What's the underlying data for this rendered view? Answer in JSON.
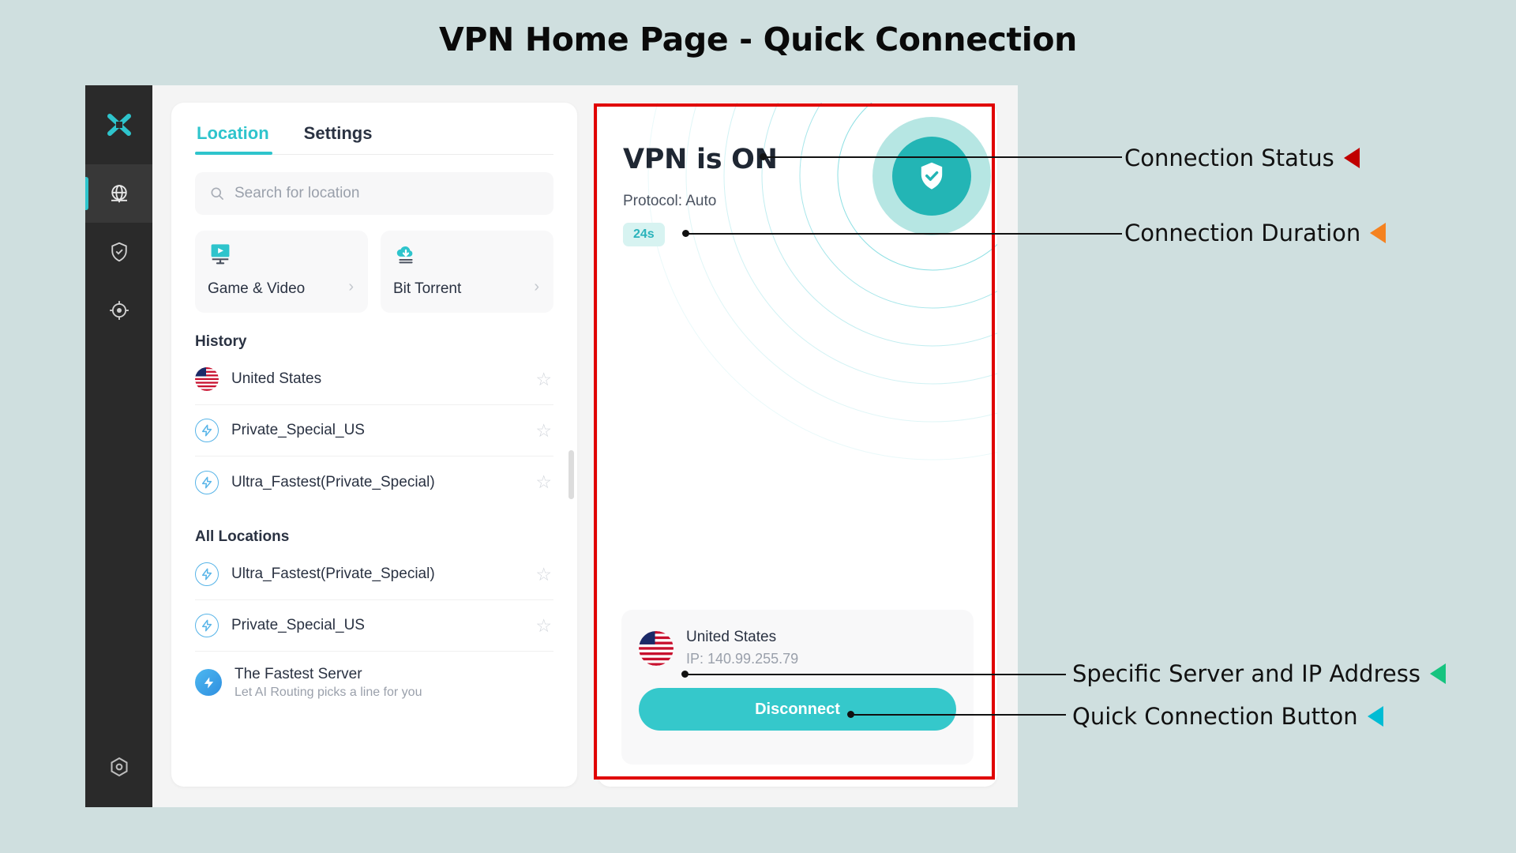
{
  "page": {
    "title": "VPN Home Page - Quick Connection",
    "background_color": "#cfdfdf",
    "accent_color": "#2ec4cc",
    "highlight_box_color": "#e00000"
  },
  "sidebar": {
    "logo_icon": "x-logo-icon",
    "items": [
      {
        "icon": "globe-icon",
        "name": "sidebar-item-locations",
        "active": true
      },
      {
        "icon": "shield-check-icon",
        "name": "sidebar-item-protection",
        "active": false
      },
      {
        "icon": "target-icon",
        "name": "sidebar-item-diagnostics",
        "active": false
      }
    ],
    "bottom_item": {
      "icon": "gear-hex-icon",
      "name": "sidebar-item-settings"
    }
  },
  "location_panel": {
    "tabs": [
      {
        "label": "Location",
        "active": true
      },
      {
        "label": "Settings",
        "active": false
      }
    ],
    "search": {
      "placeholder": "Search for location",
      "value": "",
      "icon": "search-icon"
    },
    "categories": [
      {
        "label": "Game & Video",
        "icon": "monitor-play-icon",
        "chevron": "›"
      },
      {
        "label": "Bit Torrent",
        "icon": "cloud-download-icon",
        "chevron": "›"
      }
    ],
    "history": {
      "heading": "History",
      "items": [
        {
          "name": "United States",
          "icon": "us-flag-icon",
          "star": "☆"
        },
        {
          "name": "Private_Special_US",
          "icon": "bolt-circle-icon",
          "star": "☆"
        },
        {
          "name": "Ultra_Fastest(Private_Special)",
          "icon": "bolt-circle-icon",
          "star": "☆"
        }
      ]
    },
    "all_locations": {
      "heading": "All Locations",
      "items": [
        {
          "name": "Ultra_Fastest(Private_Special)",
          "icon": "bolt-circle-icon",
          "star": "☆",
          "subtitle": ""
        },
        {
          "name": "Private_Special_US",
          "icon": "bolt-circle-icon",
          "star": "☆",
          "subtitle": ""
        },
        {
          "name": "The Fastest Server",
          "icon": "bolt-filled-icon",
          "star": "",
          "subtitle": "Let AI Routing picks a line for you"
        }
      ]
    }
  },
  "hero": {
    "status_title": "VPN is ON",
    "protocol": "Protocol: Auto",
    "duration": "24s",
    "shield_icon": "shield-check-icon",
    "server": {
      "flag_icon": "us-flag-icon",
      "country": "United States",
      "ip": "IP: 140.99.255.79"
    },
    "disconnect_label": "Disconnect"
  },
  "annotations": [
    {
      "label": "Connection Status",
      "color": "#c00000"
    },
    {
      "label": "Connection Duration",
      "color": "#f58220"
    },
    {
      "label": "Specific Server and IP Address",
      "color": "#16c47f"
    },
    {
      "label": "Quick Connection Button",
      "color": "#00bcd4"
    }
  ]
}
